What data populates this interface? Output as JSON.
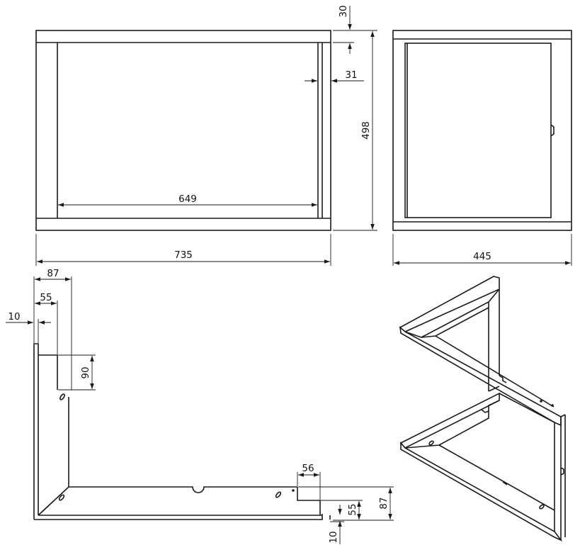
{
  "views": {
    "front": {
      "dim_width": "735",
      "dim_inner": "649",
      "dim_height": "498",
      "dim_top": "30",
      "dim_side": "31"
    },
    "side": {
      "dim_depth": "445"
    },
    "plan": {
      "dim_87_top": "87",
      "dim_55_top": "55",
      "dim_10_top": "10",
      "dim_90": "90",
      "dim_56": "56",
      "dim_87_right": "87",
      "dim_55_right": "55",
      "dim_10_bottom": "10"
    }
  },
  "colors": {
    "line": "#1a1a1a",
    "background": "#ffffff"
  }
}
